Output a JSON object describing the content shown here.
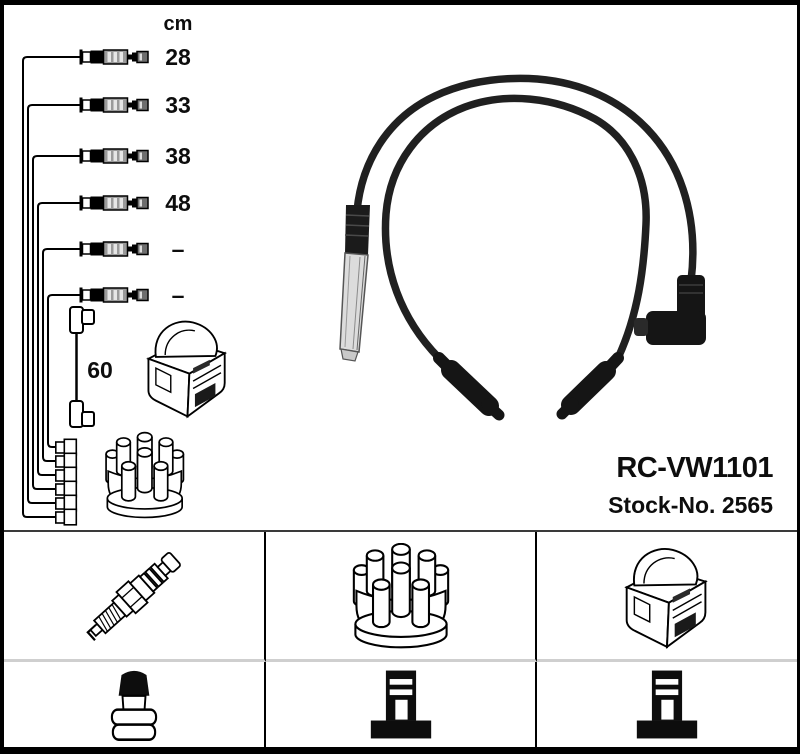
{
  "schematic": {
    "unit_header": "cm",
    "cable_lengths": [
      "28",
      "33",
      "38",
      "48",
      "–",
      "–"
    ],
    "coil_cable_length": "60"
  },
  "product": {
    "code": "RC-VW1101",
    "stock_number": "Stock-No. 2565"
  },
  "legend": {
    "row1_icons": [
      "spark-plug",
      "distributor-cap",
      "ignition-coil"
    ],
    "row2_icons": [
      "plug-terminal-nut",
      "coil-connector",
      "distributor-connector"
    ]
  },
  "colors": {
    "ink": "#000000",
    "background": "#ffffff",
    "cable": "#202020",
    "metal_light": "#dcdcdc",
    "divider_gray": "#cfcfcf"
  }
}
